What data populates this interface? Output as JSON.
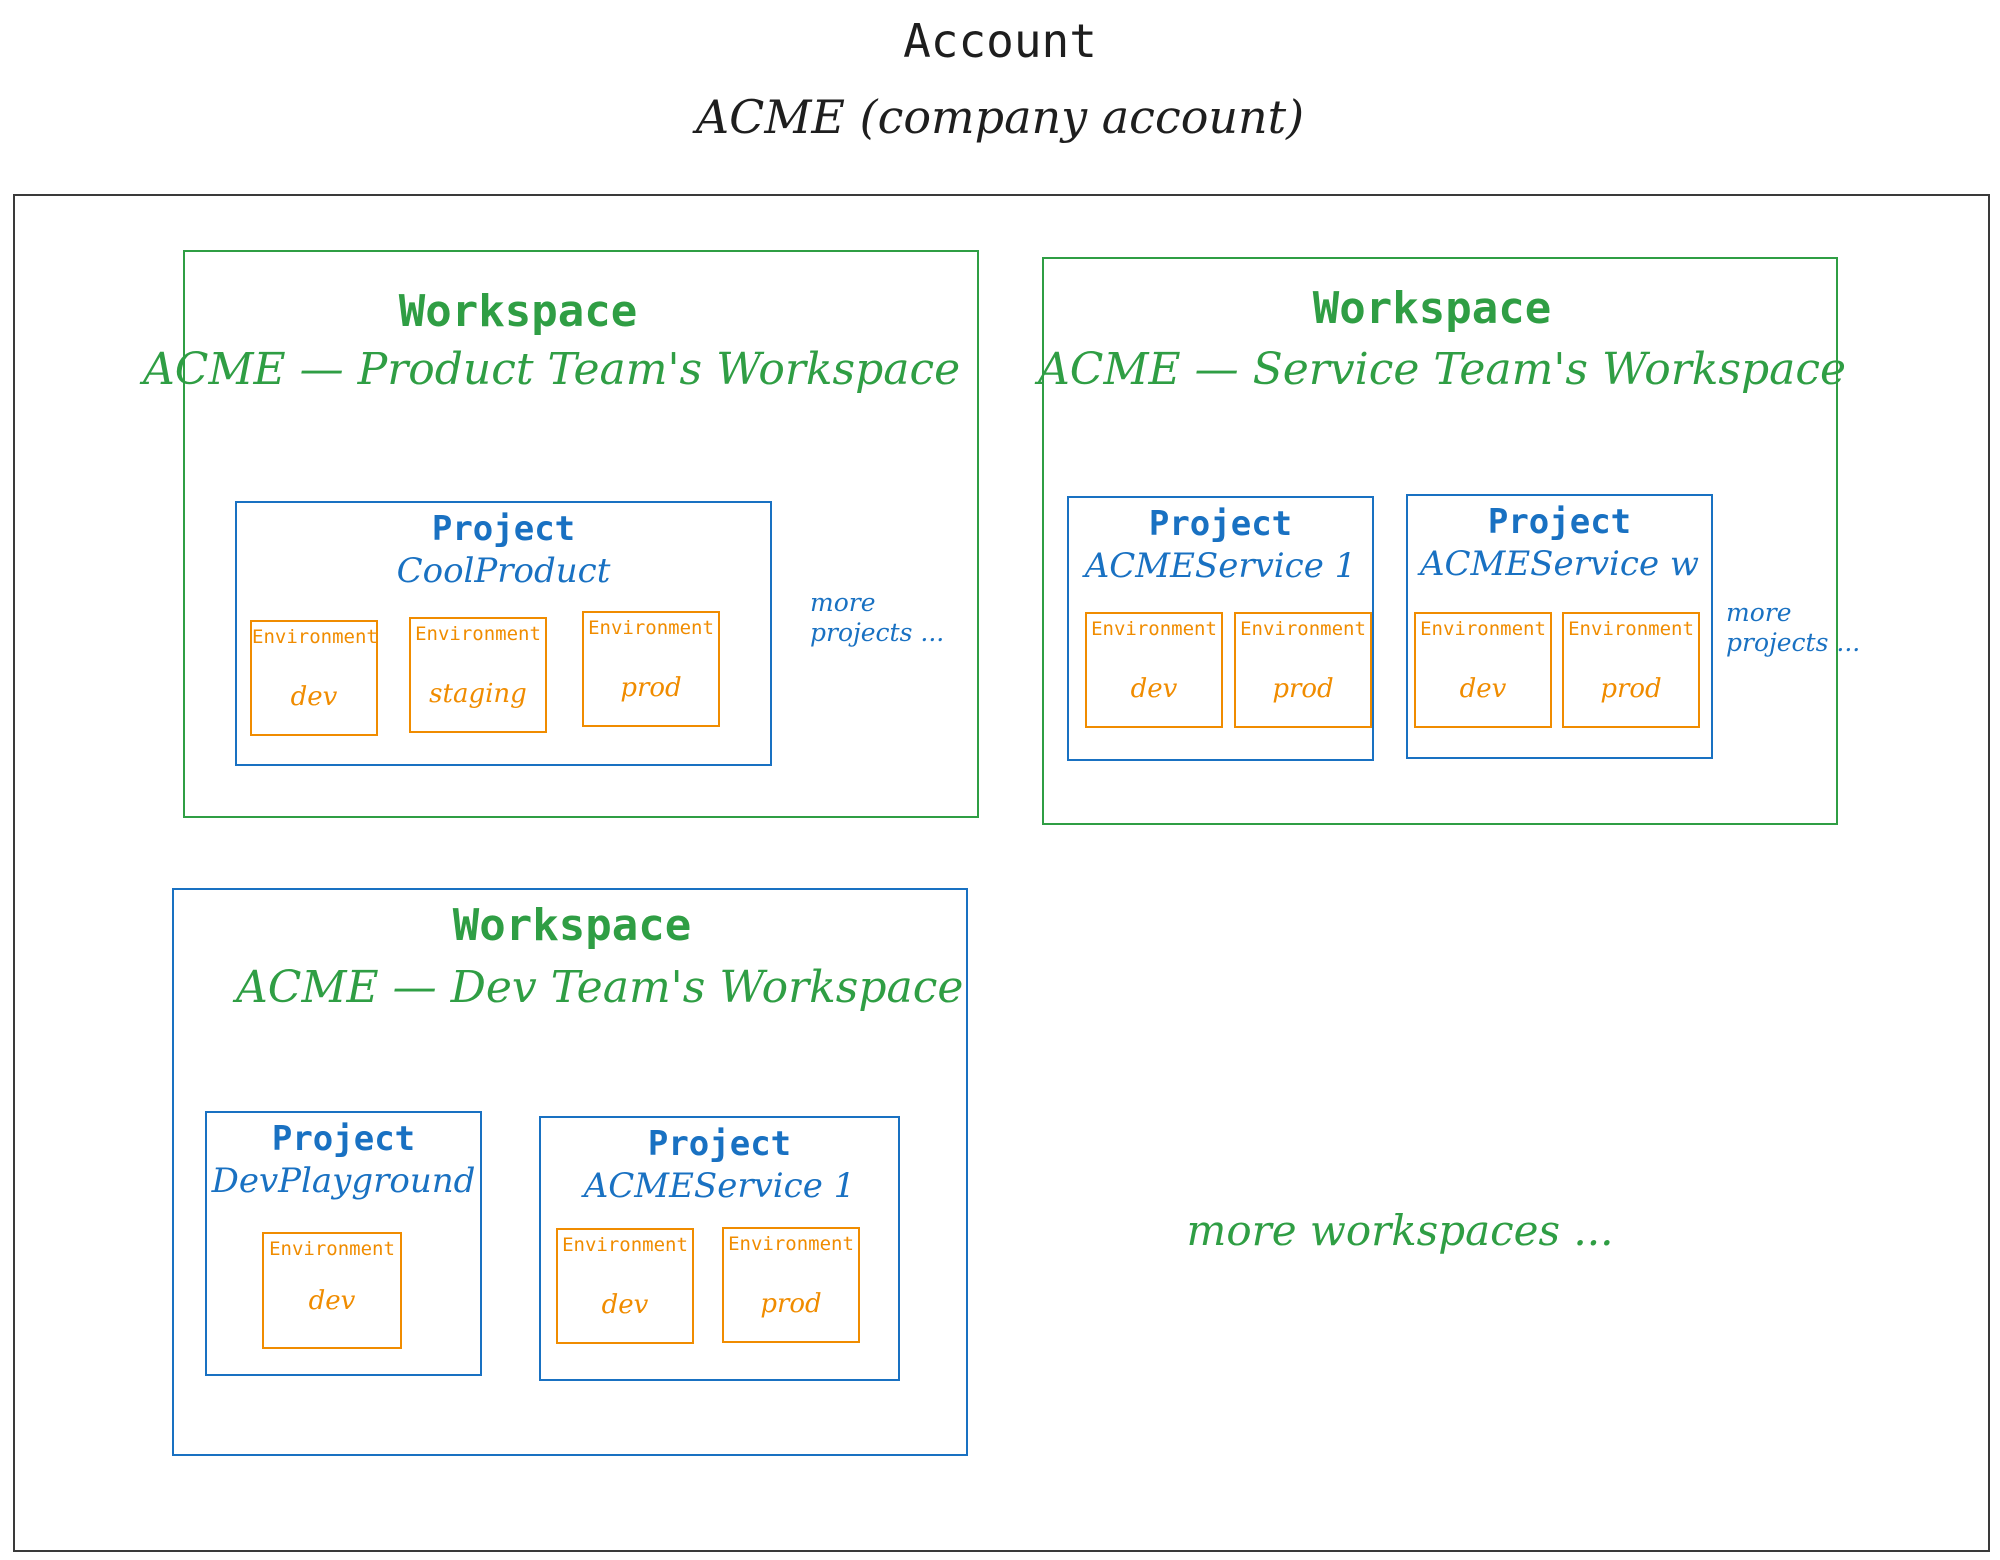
{
  "account": {
    "heading": "Account",
    "name": "ACME (company account)"
  },
  "workspaces": [
    {
      "heading": "Workspace",
      "name": "ACME — Product Team's Workspace",
      "projects": [
        {
          "heading": "Project",
          "name": "CoolProduct",
          "environments": [
            {
              "heading": "Environment",
              "name": "dev"
            },
            {
              "heading": "Environment",
              "name": "staging"
            },
            {
              "heading": "Environment",
              "name": "prod"
            }
          ]
        }
      ],
      "more_projects": "more projects ..."
    },
    {
      "heading": "Workspace",
      "name": "ACME — Service Team's Workspace",
      "projects": [
        {
          "heading": "Project",
          "name": "ACMEService 1",
          "environments": [
            {
              "heading": "Environment",
              "name": "dev"
            },
            {
              "heading": "Environment",
              "name": "prod"
            }
          ]
        },
        {
          "heading": "Project",
          "name": "ACMEService w",
          "environments": [
            {
              "heading": "Environment",
              "name": "dev"
            },
            {
              "heading": "Environment",
              "name": "prod"
            }
          ]
        }
      ],
      "more_projects": "more projects ..."
    },
    {
      "heading": "Workspace",
      "name": "ACME — Dev Team's Workspace",
      "projects": [
        {
          "heading": "Project",
          "name": "DevPlayground",
          "environments": [
            {
              "heading": "Environment",
              "name": "dev"
            }
          ]
        },
        {
          "heading": "Project",
          "name": "ACMEService 1",
          "environments": [
            {
              "heading": "Environment",
              "name": "dev"
            },
            {
              "heading": "Environment",
              "name": "prod"
            }
          ]
        }
      ]
    }
  ],
  "more_workspaces": "more workspaces ...",
  "colors": {
    "account": "#1e1e1e",
    "workspace": "#2f9e44",
    "project": "#1971c2",
    "environment": "#f08c00"
  }
}
